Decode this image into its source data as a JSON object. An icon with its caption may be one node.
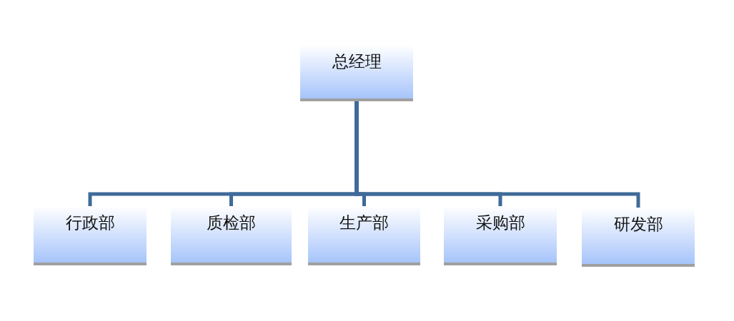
{
  "diagram": {
    "nodes": [
      {
        "text": [
          "总经理"
        ]
      },
      {
        "text": [
          "行政部"
        ]
      },
      {
        "text": [
          "质检部"
        ]
      },
      {
        "text": [
          "生产部"
        ]
      },
      {
        "text": [
          "采购部"
        ]
      },
      {
        "text": [
          "研发部"
        ]
      }
    ],
    "edges": [
      {
        "from": 0,
        "to": 1,
        "arrow": "none"
      },
      {
        "from": 0,
        "to": 2,
        "arrow": "none"
      },
      {
        "from": 0,
        "to": 3,
        "arrow": "none"
      },
      {
        "from": 0,
        "to": 4,
        "arrow": "none"
      },
      {
        "from": 0,
        "to": 5,
        "arrow": "none"
      }
    ]
  }
}
